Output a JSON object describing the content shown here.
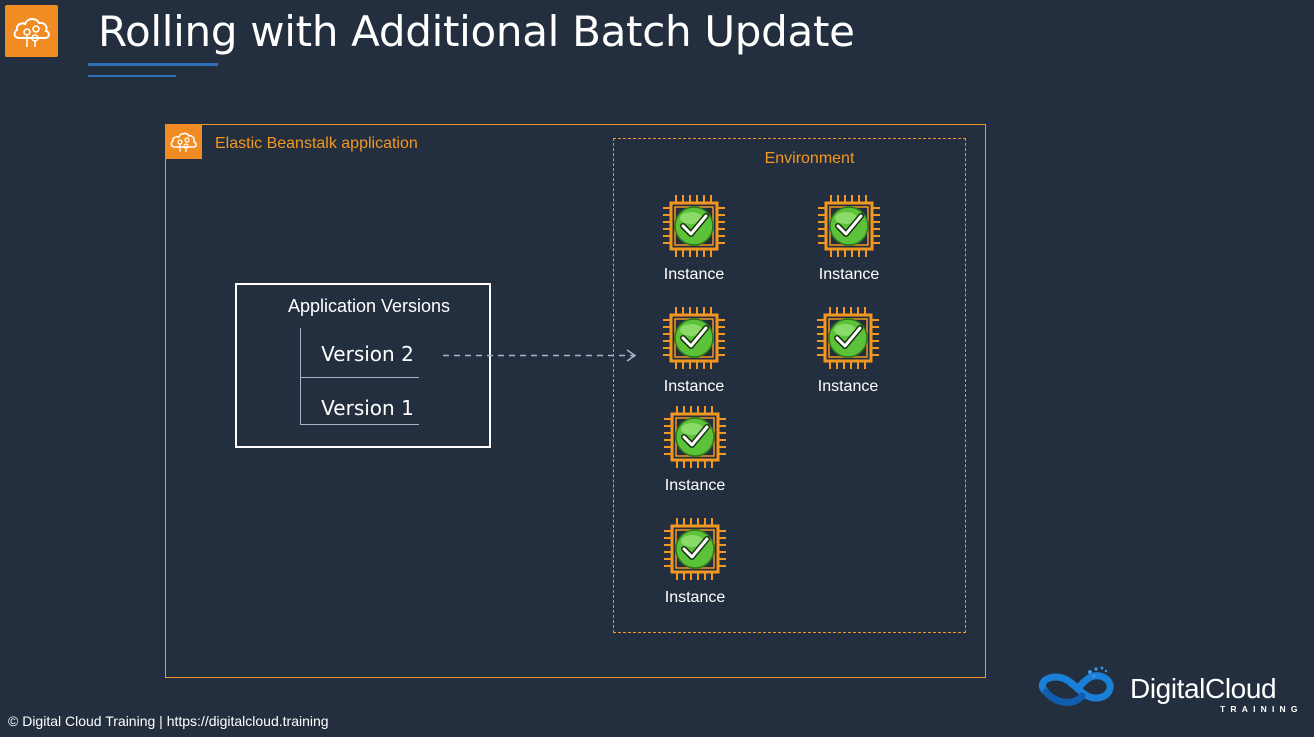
{
  "slide": {
    "title": "Rolling with Additional Batch Update"
  },
  "application": {
    "label": "Elastic Beanstalk application",
    "versions_title": "Application Versions",
    "versions": [
      "Version 2",
      "Version 1"
    ]
  },
  "environment": {
    "label": "Environment",
    "instances": [
      {
        "label": "Instance",
        "status": "healthy"
      },
      {
        "label": "Instance",
        "status": "healthy"
      },
      {
        "label": "Instance",
        "status": "healthy"
      },
      {
        "label": "Instance",
        "status": "healthy"
      },
      {
        "label": "Instance",
        "status": "healthy"
      },
      {
        "label": "Instance",
        "status": "healthy"
      }
    ]
  },
  "footer": {
    "copyright": "© Digital Cloud Training  | https://digitalcloud.training"
  },
  "brand": {
    "name": "DigitalCloud",
    "tagline": "TRAINING"
  },
  "colors": {
    "background": "#232f3e",
    "accent_orange": "#f29721",
    "check_green": "#5cc23a",
    "title_underline": "#2f6fb5"
  },
  "icons": {
    "header": "elastic-beanstalk-icon",
    "instance": "ec2-instance-chip-icon",
    "status": "green-check-icon"
  }
}
